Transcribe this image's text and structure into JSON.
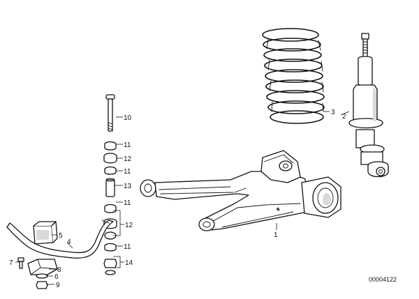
{
  "diagram": {
    "drawing_number": "00004122",
    "callouts": [
      {
        "id": "1",
        "text": "1"
      },
      {
        "id": "2",
        "text": "2"
      },
      {
        "id": "3",
        "text": "3"
      },
      {
        "id": "4",
        "text": "4"
      },
      {
        "id": "5",
        "text": "5"
      },
      {
        "id": "6",
        "text": "6"
      },
      {
        "id": "7",
        "text": "7"
      },
      {
        "id": "8",
        "text": "8"
      },
      {
        "id": "9",
        "text": "9"
      },
      {
        "id": "10",
        "text": "10"
      },
      {
        "id": "11a",
        "text": "11"
      },
      {
        "id": "12a",
        "text": "12"
      },
      {
        "id": "11b",
        "text": "11"
      },
      {
        "id": "13",
        "text": "13"
      },
      {
        "id": "11c",
        "text": "11"
      },
      {
        "id": "12b",
        "text": "12"
      },
      {
        "id": "11d",
        "text": "11"
      },
      {
        "id": "14",
        "text": "14"
      }
    ]
  }
}
